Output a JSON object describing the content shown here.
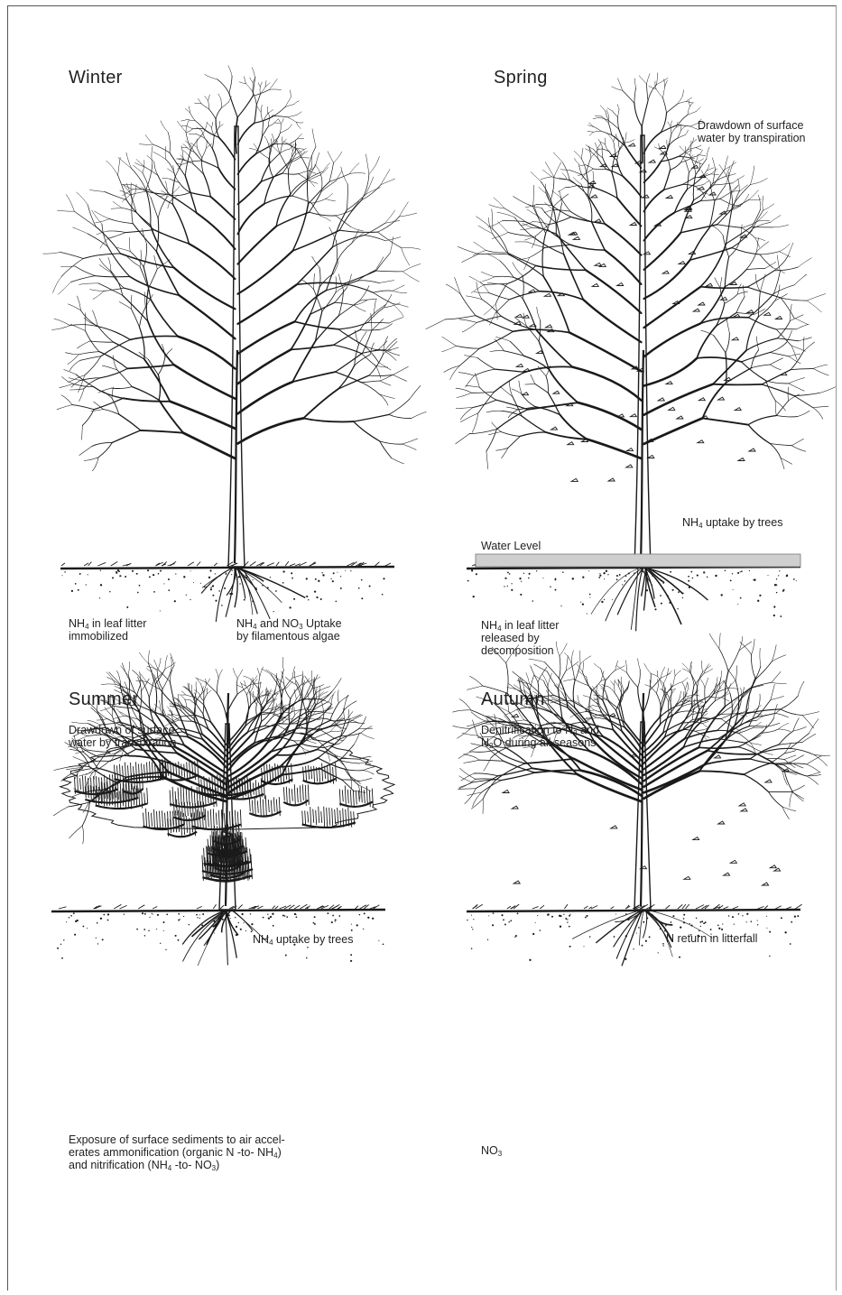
{
  "panels": [
    {
      "id": "winter",
      "season": "Winter",
      "labels": [
        {
          "key": "a",
          "parts": [
            {
              "t": "NH"
            },
            {
              "s": "4"
            },
            {
              "t": " in leaf litter"
            }
          ],
          "line2": "immobilized"
        },
        {
          "key": "b",
          "parts": [
            {
              "t": "NH"
            },
            {
              "s": "4"
            },
            {
              "t": " and NO"
            },
            {
              "s": "3"
            },
            {
              "t": " Uptake"
            }
          ],
          "line2": "by filamentous algae"
        }
      ]
    },
    {
      "id": "spring",
      "season": "Spring",
      "labels": [
        {
          "key": "a",
          "parts": [
            {
              "t": "Drawdown of surface"
            }
          ],
          "line2": "water by transpiration"
        },
        {
          "key": "b",
          "parts": [
            {
              "t": "NH"
            },
            {
              "s": "4"
            },
            {
              "t": " uptake by trees"
            }
          ],
          "line2": ""
        },
        {
          "key": "c",
          "parts": [
            {
              "t": "Water Level"
            }
          ],
          "line2": ""
        },
        {
          "key": "d",
          "parts": [
            {
              "t": "NH"
            },
            {
              "s": "4"
            },
            {
              "t": " in leaf litter"
            }
          ],
          "line2": "released by",
          "line3": "decomposition"
        }
      ]
    },
    {
      "id": "summer",
      "season": "Summer",
      "labels": [
        {
          "key": "a",
          "parts": [
            {
              "t": "Drawdown of surface"
            }
          ],
          "line2": "water by transpiration"
        },
        {
          "key": "b",
          "parts": [
            {
              "t": "NH"
            },
            {
              "s": "4"
            },
            {
              "t": " uptake by trees"
            }
          ],
          "line2": ""
        },
        {
          "key": "c",
          "parts": [
            {
              "t": "Exposure of surface sediments to air accel-"
            }
          ],
          "line2parts": [
            {
              "t": "erates ammonification (organic N -to- NH"
            },
            {
              "s": "4"
            },
            {
              "t": ")"
            }
          ],
          "line3parts": [
            {
              "t": "and nitrification (NH"
            },
            {
              "s": "4"
            },
            {
              "t": " -to- NO"
            },
            {
              "s": "3"
            },
            {
              "t": ")"
            }
          ]
        }
      ]
    },
    {
      "id": "autumn",
      "season": "Autumn",
      "labels": [
        {
          "key": "a",
          "parts": [
            {
              "t": "Denitrification to N"
            },
            {
              "s": "2"
            },
            {
              "t": " and"
            }
          ],
          "line2parts": [
            {
              "t": "N"
            },
            {
              "s": "2"
            },
            {
              "t": "O during all seasons"
            }
          ]
        },
        {
          "key": "b",
          "parts": [
            {
              "t": "N return in litterfall"
            }
          ],
          "line2": ""
        },
        {
          "key": "c",
          "parts": [
            {
              "t": "NO"
            },
            {
              "s": "3"
            }
          ],
          "line2": ""
        }
      ]
    }
  ],
  "colors": {
    "ink": "#1a1a1a",
    "water": "#cfcfcf"
  },
  "icons": [
    "tree-winter-icon",
    "tree-spring-icon",
    "tree-summer-icon",
    "tree-autumn-icon"
  ]
}
